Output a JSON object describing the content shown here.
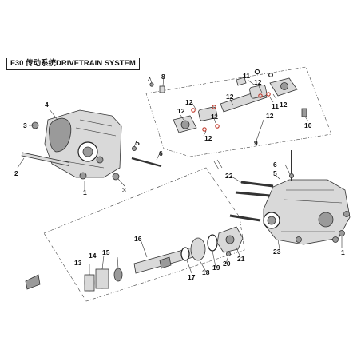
{
  "title": "F30 传动系统DRIVETRAIN SYSTEM",
  "callouts": [
    {
      "id": "c1a",
      "label": "1"
    },
    {
      "id": "c2",
      "label": "2"
    },
    {
      "id": "c3a",
      "label": "3"
    },
    {
      "id": "c3b",
      "label": "3"
    },
    {
      "id": "c4",
      "label": "4"
    },
    {
      "id": "c5a",
      "label": "5"
    },
    {
      "id": "c6a",
      "label": "6"
    },
    {
      "id": "c7",
      "label": "7"
    },
    {
      "id": "c8",
      "label": "8"
    },
    {
      "id": "c9",
      "label": "9"
    },
    {
      "id": "c10",
      "label": "10"
    },
    {
      "id": "c11a",
      "label": "11"
    },
    {
      "id": "c11b",
      "label": "11"
    },
    {
      "id": "c11c",
      "label": "11"
    },
    {
      "id": "c12a",
      "label": "12"
    },
    {
      "id": "c12b",
      "label": "12"
    },
    {
      "id": "c12c",
      "label": "12"
    },
    {
      "id": "c12d",
      "label": "12"
    },
    {
      "id": "c12e",
      "label": "12"
    },
    {
      "id": "c12f",
      "label": "12"
    },
    {
      "id": "c12g",
      "label": "12"
    },
    {
      "id": "c13",
      "label": "13"
    },
    {
      "id": "c14",
      "label": "14"
    },
    {
      "id": "c15",
      "label": "15"
    },
    {
      "id": "c16",
      "label": "16"
    },
    {
      "id": "c17",
      "label": "17"
    },
    {
      "id": "c18",
      "label": "18"
    },
    {
      "id": "c19",
      "label": "19"
    },
    {
      "id": "c20",
      "label": "20"
    },
    {
      "id": "c21",
      "label": "21"
    },
    {
      "id": "c22",
      "label": "22"
    },
    {
      "id": "c23",
      "label": "23"
    },
    {
      "id": "c1b",
      "label": "1"
    },
    {
      "id": "c5b",
      "label": "5"
    },
    {
      "id": "c6b",
      "label": "6"
    }
  ]
}
